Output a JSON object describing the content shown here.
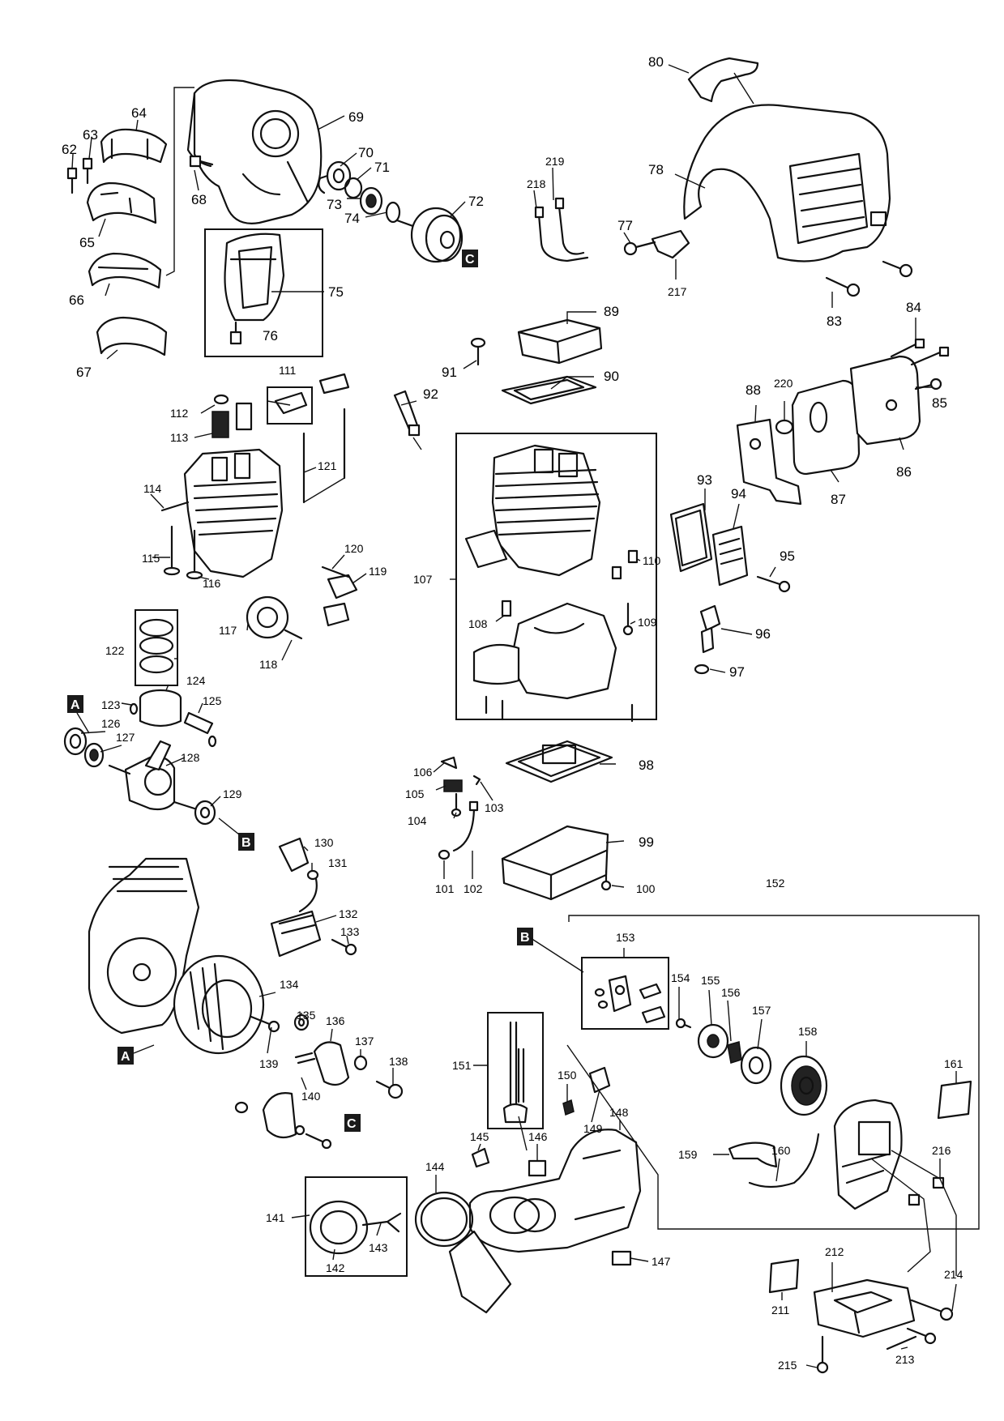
{
  "refs": {
    "A": "A",
    "B": "B",
    "C": "C"
  },
  "labels": {
    "p62": "62",
    "p63": "63",
    "p64": "64",
    "p65": "65",
    "p66": "66",
    "p67": "67",
    "p68": "68",
    "p69": "69",
    "p70": "70",
    "p71": "71",
    "p72": "72",
    "p73": "73",
    "p74": "74",
    "p75": "75",
    "p76": "76",
    "p77": "77",
    "p78": "78",
    "p80": "80",
    "p83": "83",
    "p84": "84",
    "p85": "85",
    "p86": "86",
    "p87": "87",
    "p88": "88",
    "p89": "89",
    "p90": "90",
    "p91": "91",
    "p92": "92",
    "p93": "93",
    "p94": "94",
    "p95": "95",
    "p96": "96",
    "p97": "97",
    "p98": "98",
    "p99": "99",
    "p100": "100",
    "p101": "101",
    "p102": "102",
    "p103": "103",
    "p104": "104",
    "p105": "105",
    "p106": "106",
    "p107": "107",
    "p108": "108",
    "p109": "109",
    "p110": "110",
    "p111": "111",
    "p112": "112",
    "p113": "113",
    "p114": "114",
    "p115": "115",
    "p116": "116",
    "p117": "117",
    "p118": "118",
    "p119": "119",
    "p120": "120",
    "p121": "121",
    "p122": "122",
    "p123": "123",
    "p124": "124",
    "p125": "125",
    "p126": "126",
    "p127": "127",
    "p128": "128",
    "p129": "129",
    "p130": "130",
    "p131": "131",
    "p132": "132",
    "p133": "133",
    "p134": "134",
    "p135": "135",
    "p136": "136",
    "p137": "137",
    "p138": "138",
    "p139": "139",
    "p140": "140",
    "p141": "141",
    "p142": "142",
    "p143": "143",
    "p144": "144",
    "p145": "145",
    "p146": "146",
    "p147": "147",
    "p148": "148",
    "p149": "149",
    "p150": "150",
    "p151": "151",
    "p152": "152",
    "p153": "153",
    "p154": "154",
    "p155": "155",
    "p156": "156",
    "p157": "157",
    "p158": "158",
    "p159": "159",
    "p160": "160",
    "p161": "161",
    "p211": "211",
    "p212": "212",
    "p213": "213",
    "p214": "214",
    "p215": "215",
    "p216": "216",
    "p217": "217",
    "p218": "218",
    "p219": "219",
    "p220": "220"
  }
}
